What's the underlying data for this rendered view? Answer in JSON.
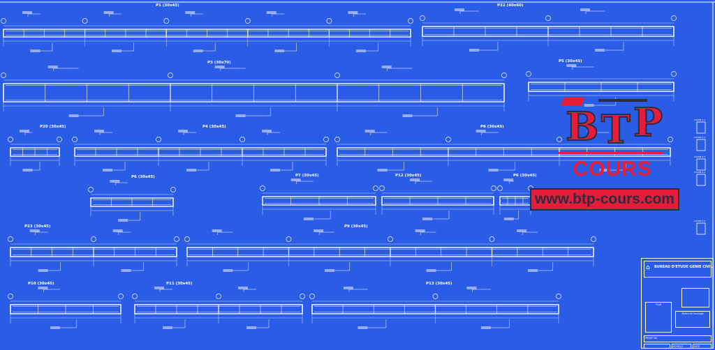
{
  "drawing": {
    "background_color": "#2b5ce6",
    "line_color": "#ffffff",
    "beams": [
      {
        "label": "P1 (30x45)"
      },
      {
        "label": "P22 (40x60)"
      },
      {
        "label": "P3 (30x70)"
      },
      {
        "label": "P5 (30x45)"
      },
      {
        "label": "P20 (30x45)"
      },
      {
        "label": "P4 (30x45)"
      },
      {
        "label": "P8 (30x45)"
      },
      {
        "label": "P6 (30x45)"
      },
      {
        "label": "P7 (30x45)"
      },
      {
        "label": "P12 (30x45)"
      },
      {
        "label": "P6 (30x45)"
      },
      {
        "label": "P23 (30x45)"
      },
      {
        "label": "P9 (30x45)"
      },
      {
        "label": "P10 (30x45)"
      },
      {
        "label": "P11 (30x45)"
      },
      {
        "label": "P13 (30x45)"
      }
    ],
    "sections": [
      "COUPE 1-1",
      "COUPE 2-2",
      "COUPE 3-3",
      "COUPE 4-4",
      "COUPE 5-5"
    ]
  },
  "watermark": {
    "letters": [
      "B",
      "T",
      "P"
    ],
    "word": "COURS",
    "url": "www.btp-cours.com",
    "brand_red": "#e51c3a",
    "brand_dark": "#2a2d3e"
  },
  "title_block": {
    "office": "BUREAU D'ETUDE GENIE CIVIL",
    "project_label": "PROJET DE",
    "owner_label": "Maître de l'ouvrage",
    "plan_label": "PLAN",
    "scale_label": "ECHELLE",
    "date_label": "DATE"
  }
}
